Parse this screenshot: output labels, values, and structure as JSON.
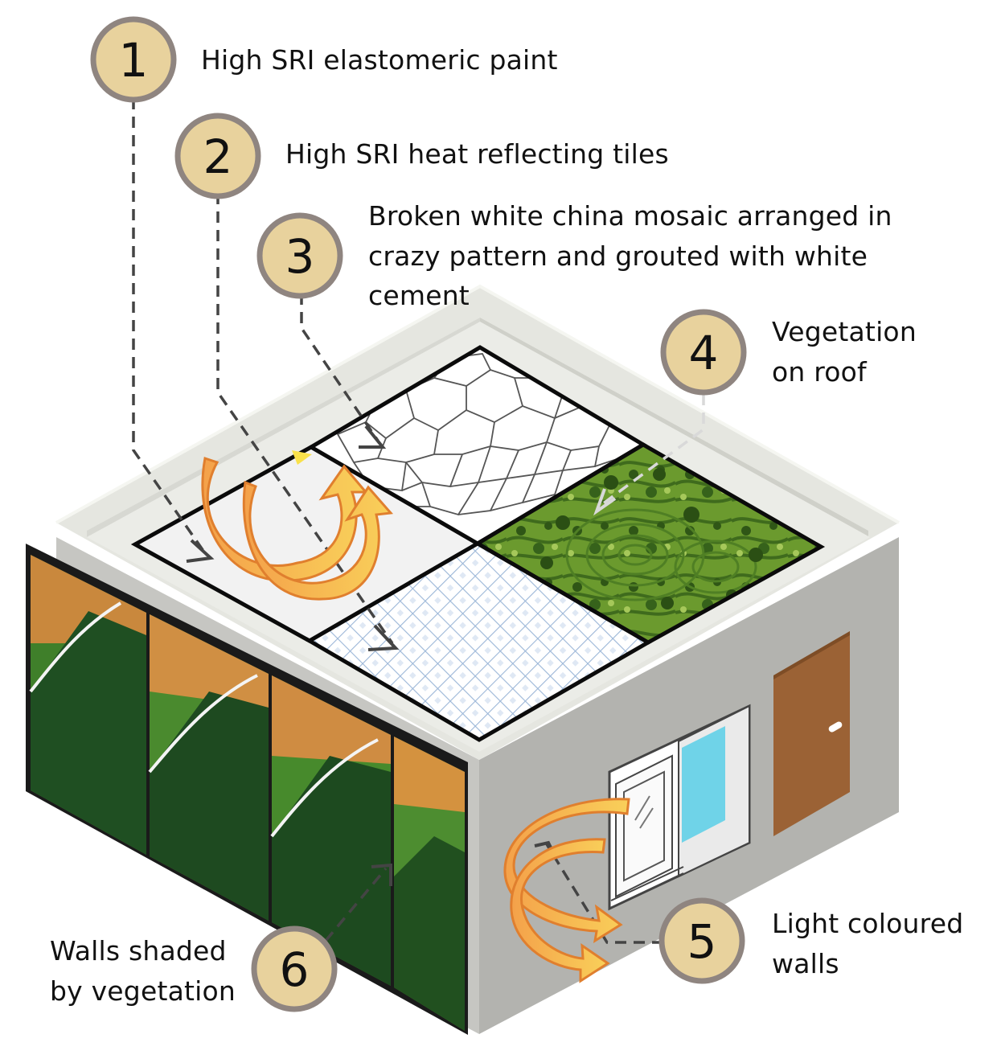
{
  "callouts": [
    {
      "number": "1",
      "lines": [
        "High SRI elastomeric paint"
      ]
    },
    {
      "number": "2",
      "lines": [
        "High SRI heat reflecting tiles"
      ]
    },
    {
      "number": "3",
      "lines": [
        "Broken white china mosaic arranged in",
        "crazy pattern and grouted with white",
        "cement"
      ]
    },
    {
      "number": "4",
      "lines": [
        "Vegetation",
        "on roof"
      ]
    },
    {
      "number": "5",
      "lines": [
        "Light coloured",
        "walls"
      ]
    },
    {
      "number": "6",
      "lines": [
        "Walls shaded",
        "by vegetation"
      ]
    }
  ],
  "colors": {
    "badge_fill": "#e8d29d",
    "badge_ring": "#8f8580",
    "wall_front": "#c5c5c2",
    "wall_side": "#b3b3af",
    "parapet": "#e5e6e0",
    "arrow_orange": "#f19a3e",
    "arrow_yellow": "#f9c74f",
    "door": "#9b6235",
    "glass": "#6fd3e8",
    "roof_paint": "#f2f2f2",
    "vegetation": "#6b9a2e",
    "tile_blue": "#9cb7d8"
  },
  "icons": [
    "curved-heat-arrow-icon",
    "dashed-leader-arrow-icon"
  ]
}
